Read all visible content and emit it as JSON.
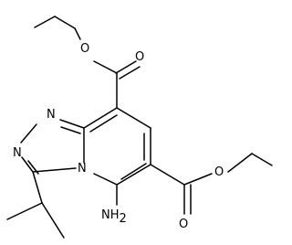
{
  "molecule": {
    "atoms": {
      "ester_top_o": "O",
      "ester_top_carbonyl_o": "O",
      "triazole_n1": "N",
      "triazole_n2": "N",
      "bridgehead_n": "N",
      "amino": "NH",
      "amino_subscript": "2",
      "ester_bottom_o": "O",
      "ester_bottom_carbonyl_o": "O"
    }
  },
  "colors": {
    "foreground": "#000000",
    "background": "#ffffff"
  }
}
